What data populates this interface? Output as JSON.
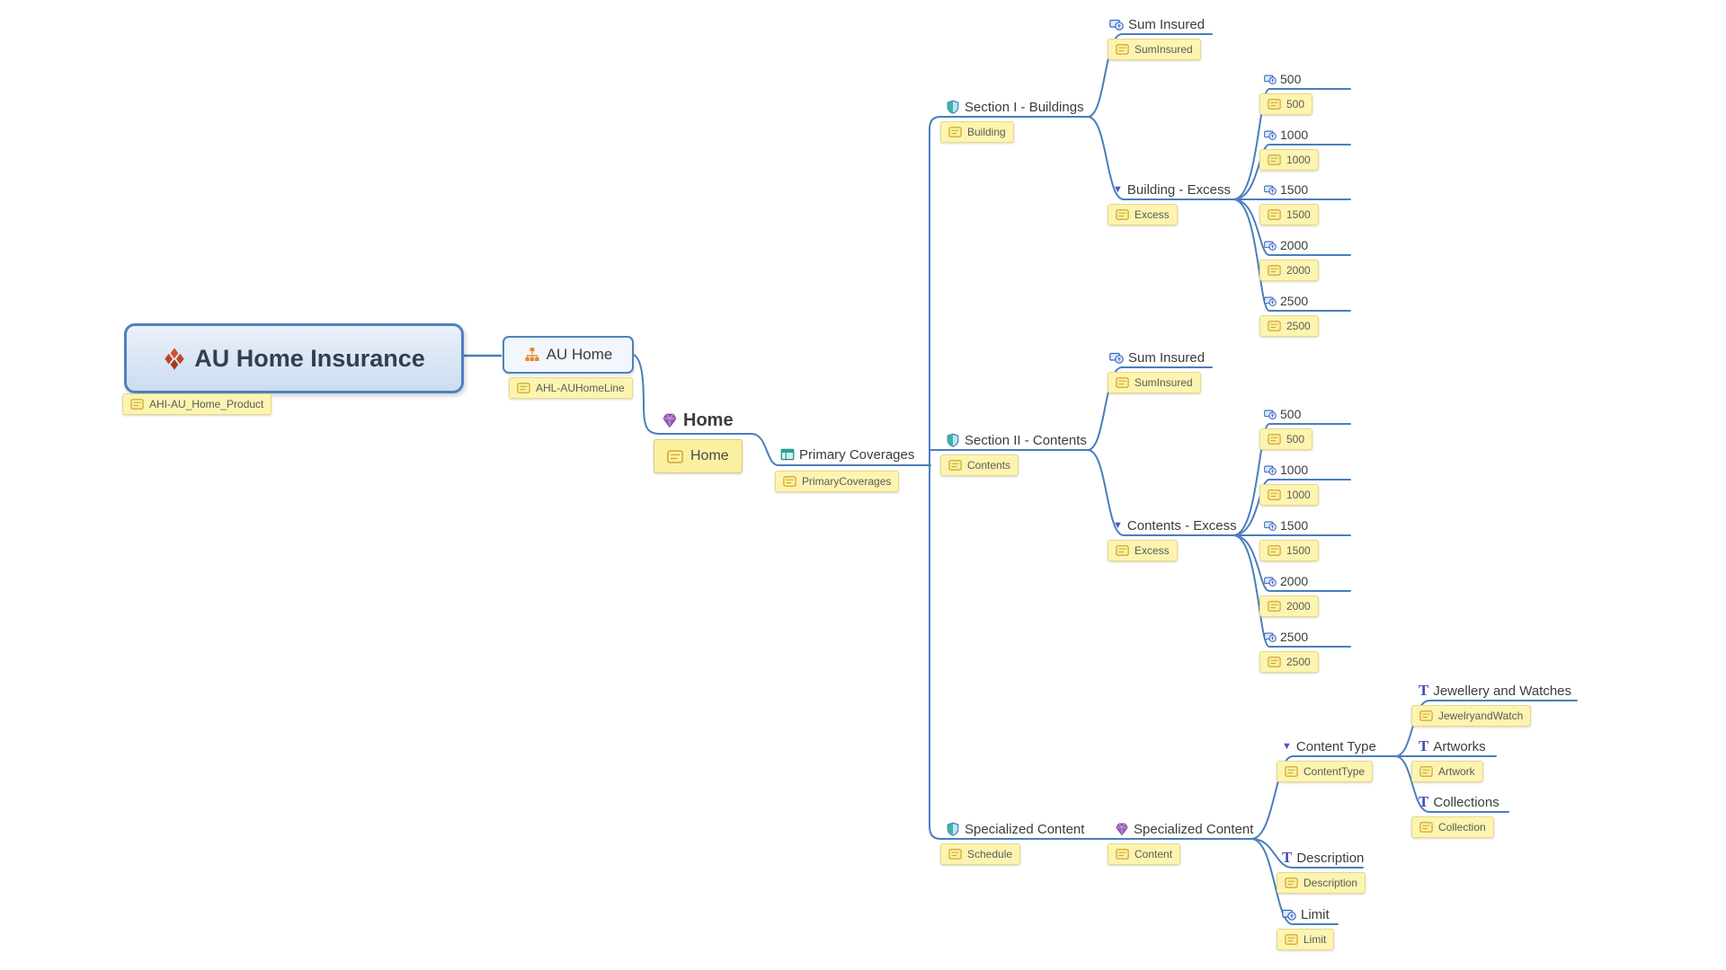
{
  "colors": {
    "connector": "#4a7ebc",
    "tag_background": "#fcf4b0",
    "tag_border": "#e6d98b",
    "root_border": "#4f81bd",
    "root_fill": "#d8e5f4",
    "shield_teal": "#3fb3a4",
    "currency_blue": "#3a66c0",
    "gem_purple": "#9e5fc1",
    "org_orange": "#e8882a",
    "diamond_red": "#c24424"
  },
  "icons": {
    "dropdown": "▼",
    "text_type": "T"
  },
  "nodes": {
    "root": {
      "label": "AU Home Insurance",
      "tag": "AHI-AU_Home_Product",
      "icon": "product-diamond-icon"
    },
    "auHome": {
      "label": "AU Home",
      "tag": "AHL-AUHomeLine",
      "icon": "org-chart-icon"
    },
    "home": {
      "label": "Home",
      "tag": "Home",
      "icon": "gem-icon"
    },
    "primary": {
      "label": "Primary Coverages",
      "tag": "PrimaryCoverages",
      "icon": "coverage-table-icon"
    },
    "sec1": {
      "label": "Section I - Buildings",
      "tag": "Building",
      "icon": "shield-icon"
    },
    "sec1Sum": {
      "label": "Sum Insured",
      "tag": "SumInsured",
      "icon": "currency-icon"
    },
    "sec1Excess": {
      "label": "Building - Excess",
      "tag": "Excess",
      "icon": "dropdown-icon"
    },
    "b500": {
      "label": "500",
      "tag": "500",
      "icon": "currency-icon"
    },
    "b1000": {
      "label": "1000",
      "tag": "1000",
      "icon": "currency-icon"
    },
    "b1500": {
      "label": "1500",
      "tag": "1500",
      "icon": "currency-icon"
    },
    "b2000": {
      "label": "2000",
      "tag": "2000",
      "icon": "currency-icon"
    },
    "b2500": {
      "label": "2500",
      "tag": "2500",
      "icon": "currency-icon"
    },
    "sec2": {
      "label": "Section II - Contents",
      "tag": "Contents",
      "icon": "shield-icon"
    },
    "sec2Sum": {
      "label": "Sum Insured",
      "tag": "SumInsured",
      "icon": "currency-icon"
    },
    "sec2Excess": {
      "label": "Contents - Excess",
      "tag": "Excess",
      "icon": "dropdown-icon"
    },
    "c500": {
      "label": "500",
      "tag": "500",
      "icon": "currency-icon"
    },
    "c1000": {
      "label": "1000",
      "tag": "1000",
      "icon": "currency-icon"
    },
    "c1500": {
      "label": "1500",
      "tag": "1500",
      "icon": "currency-icon"
    },
    "c2000": {
      "label": "2000",
      "tag": "2000",
      "icon": "currency-icon"
    },
    "c2500": {
      "label": "2500",
      "tag": "2500",
      "icon": "currency-icon"
    },
    "spec": {
      "label": "Specialized Content",
      "tag": "Schedule",
      "icon": "shield-icon"
    },
    "specContent": {
      "label": "Specialized Content",
      "tag": "Content",
      "icon": "gem-icon"
    },
    "contentType": {
      "label": "Content Type",
      "tag": "ContentType",
      "icon": "dropdown-icon"
    },
    "jewellery": {
      "label": "Jewellery and Watches",
      "tag": "JewelryandWatch",
      "icon": "text-type-icon"
    },
    "artworks": {
      "label": "Artworks",
      "tag": "Artwork",
      "icon": "text-type-icon"
    },
    "collections": {
      "label": "Collections",
      "tag": "Collection",
      "icon": "text-type-icon"
    },
    "description": {
      "label": "Description",
      "tag": "Description",
      "icon": "text-type-icon"
    },
    "limit": {
      "label": "Limit",
      "tag": "Limit",
      "icon": "currency-icon"
    }
  }
}
